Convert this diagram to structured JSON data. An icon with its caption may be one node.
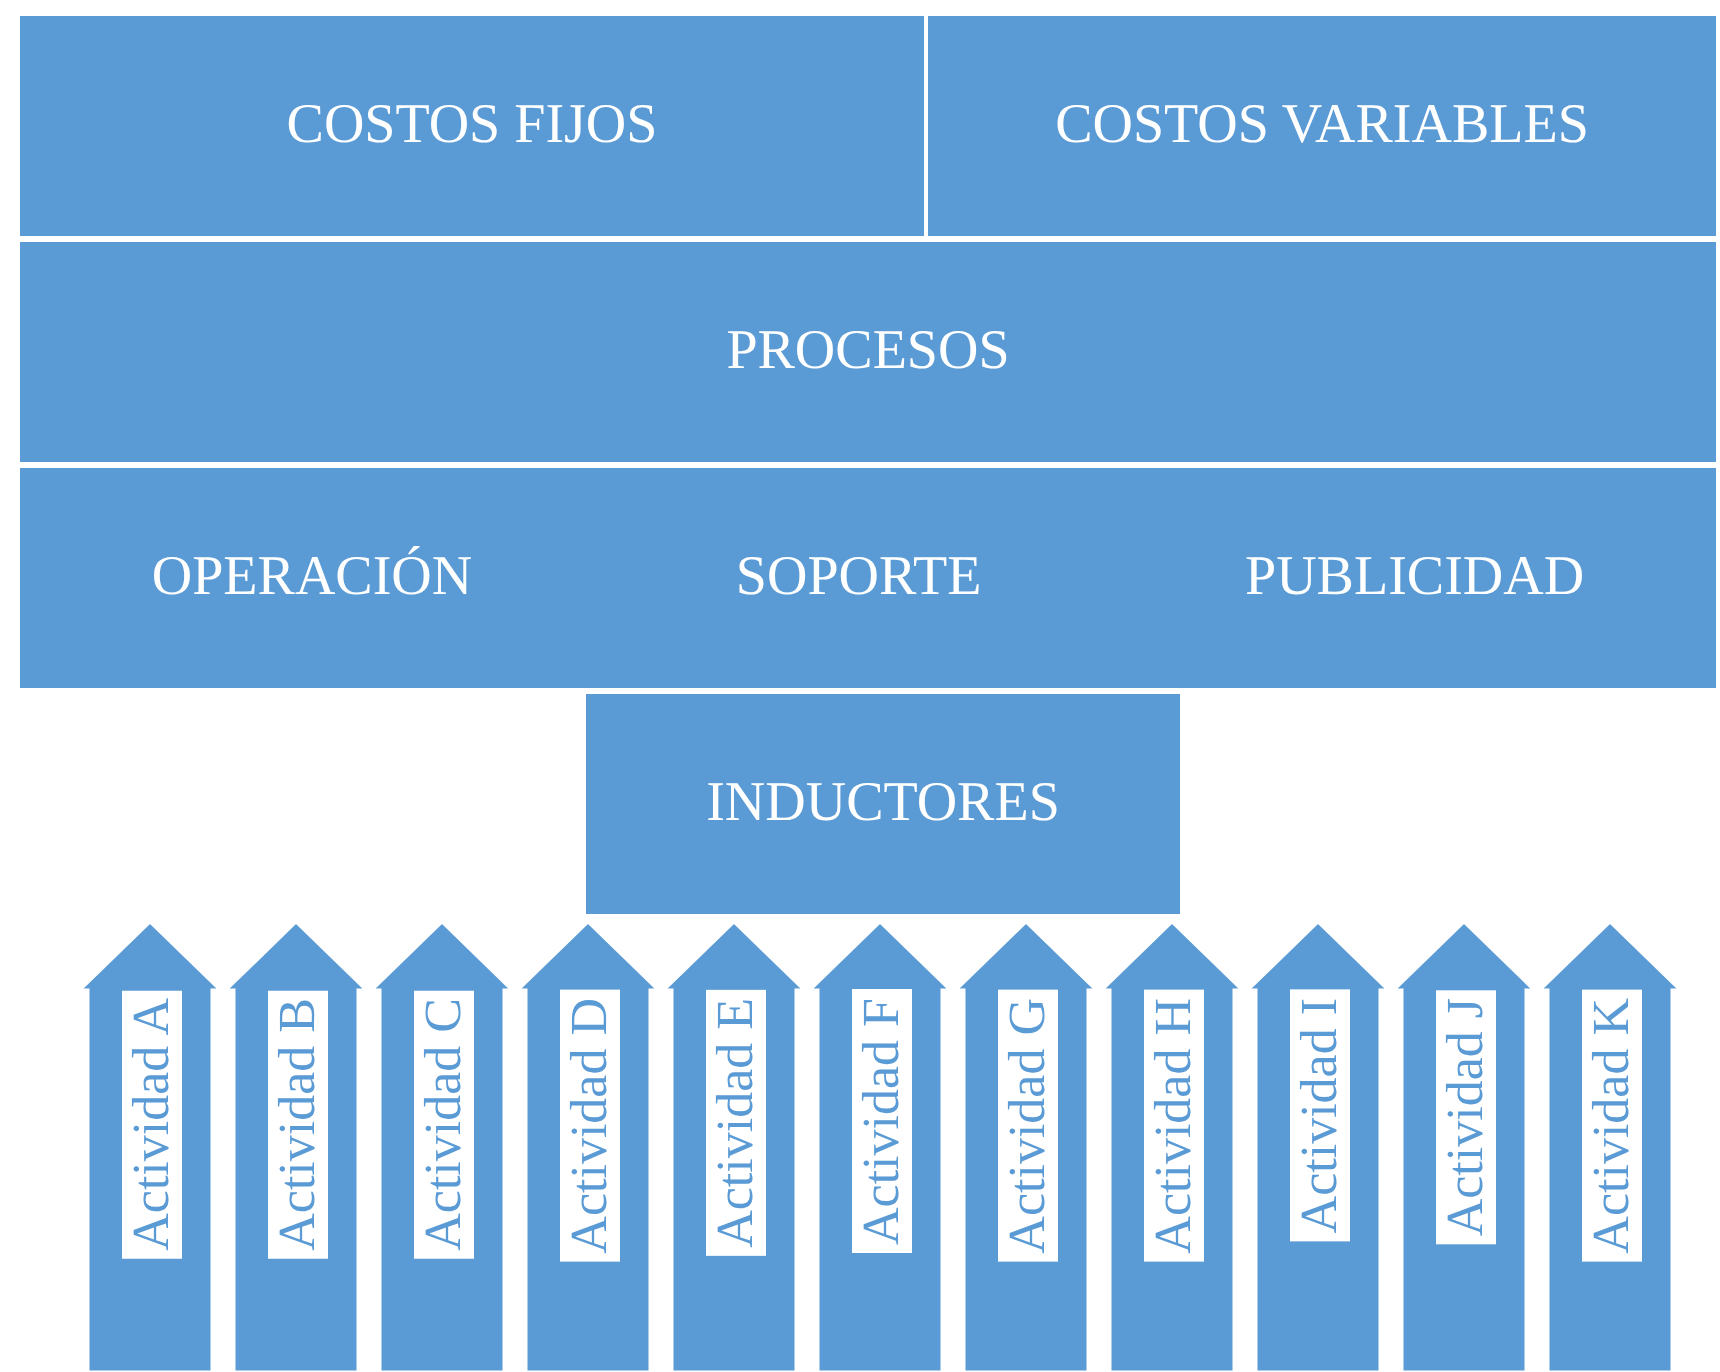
{
  "diagram": {
    "nodes": [
      {
        "text": [
          "COSTOS FIJOS"
        ]
      },
      {
        "text": [
          "COSTOS VARIABLES"
        ]
      },
      {
        "text": [
          "PROCESOS"
        ]
      },
      {
        "text": [
          "OPERACIÓN",
          "SOPORTE",
          "PUBLICIDAD"
        ]
      },
      {
        "text": [
          "INDUCTORES"
        ]
      },
      {
        "text": [
          "Actividad A"
        ]
      },
      {
        "text": [
          "Actividad B"
        ]
      },
      {
        "text": [
          "Actividad C"
        ]
      },
      {
        "text": [
          "Actividad D"
        ]
      },
      {
        "text": [
          "Actividad E"
        ]
      },
      {
        "text": [
          "Actividad F"
        ]
      },
      {
        "text": [
          "Actividad G"
        ]
      },
      {
        "text": [
          "Actividad H"
        ]
      },
      {
        "text": [
          "Actividad I"
        ]
      },
      {
        "text": [
          "Actividad J"
        ]
      },
      {
        "text": [
          "Actividad K"
        ]
      }
    ]
  }
}
